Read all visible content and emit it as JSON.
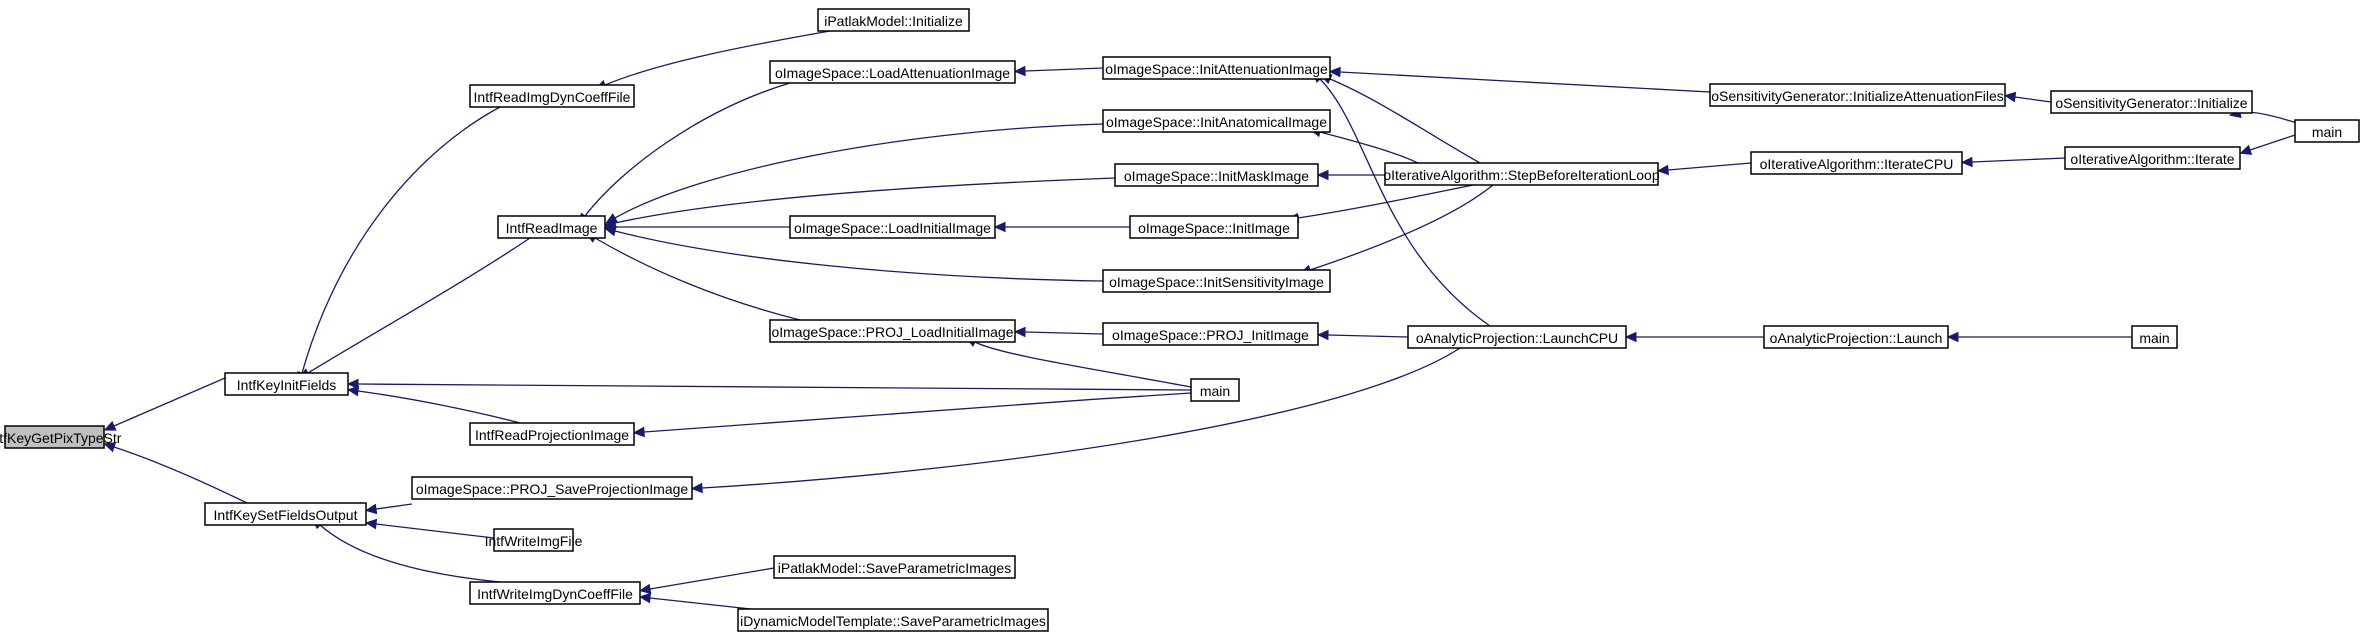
{
  "diagram": {
    "type": "caller-graph",
    "colors": {
      "edge": "#191970",
      "root_fill": "#bfbfbf",
      "node_fill": "#ffffff",
      "node_border": "#000000"
    },
    "nodes": [
      {
        "id": "n0",
        "label": "IntfKeyGetPixTypeStr",
        "root": true
      },
      {
        "id": "n1",
        "label": "IntfKeyInitFields"
      },
      {
        "id": "n2",
        "label": "IntfKeySetFieldsOutput"
      },
      {
        "id": "n3",
        "label": "IntfReadImgDynCoeffFile"
      },
      {
        "id": "n4",
        "label": "IntfReadImage"
      },
      {
        "id": "n5",
        "label": "IntfReadProjectionImage"
      },
      {
        "id": "n6",
        "label": "oImageSpace::PROJ_SaveProjectionImage"
      },
      {
        "id": "n7",
        "label": "IntfWriteImgFile"
      },
      {
        "id": "n8",
        "label": "IntfWriteImgDynCoeffFile"
      },
      {
        "id": "n9",
        "label": "iPatlakModel::Initialize"
      },
      {
        "id": "n10",
        "label": "oImageSpace::LoadAttenuationImage"
      },
      {
        "id": "n11",
        "label": "oImageSpace::LoadInitialImage"
      },
      {
        "id": "n12",
        "label": "oImageSpace::PROJ_LoadInitialImage"
      },
      {
        "id": "n13",
        "label": "main"
      },
      {
        "id": "n14",
        "label": "iPatlakModel::SaveParametricImages"
      },
      {
        "id": "n15",
        "label": "iDynamicModelTemplate::SaveParametricImages"
      },
      {
        "id": "n16",
        "label": "oImageSpace::InitAttenuationImage"
      },
      {
        "id": "n17",
        "label": "oImageSpace::InitAnatomicalImage"
      },
      {
        "id": "n18",
        "label": "oImageSpace::InitMaskImage"
      },
      {
        "id": "n19",
        "label": "oImageSpace::InitImage"
      },
      {
        "id": "n20",
        "label": "oImageSpace::InitSensitivityImage"
      },
      {
        "id": "n21",
        "label": "oImageSpace::PROJ_InitImage"
      },
      {
        "id": "n22",
        "label": "oIterativeAlgorithm::StepBeforeIterationLoop"
      },
      {
        "id": "n23",
        "label": "oAnalyticProjection::LaunchCPU"
      },
      {
        "id": "n24",
        "label": "oSensitivityGenerator::InitializeAttenuationFiles"
      },
      {
        "id": "n25",
        "label": "oIterativeAlgorithm::IterateCPU"
      },
      {
        "id": "n26",
        "label": "oAnalyticProjection::Launch"
      },
      {
        "id": "n27",
        "label": "oSensitivityGenerator::Initialize"
      },
      {
        "id": "n28",
        "label": "oIterativeAlgorithm::Iterate"
      },
      {
        "id": "n29",
        "label": "main"
      },
      {
        "id": "n30",
        "label": "main"
      }
    ],
    "edges": [
      {
        "from": "n1",
        "to": "n0"
      },
      {
        "from": "n2",
        "to": "n0"
      },
      {
        "from": "n3",
        "to": "n1"
      },
      {
        "from": "n4",
        "to": "n1"
      },
      {
        "from": "n5",
        "to": "n1"
      },
      {
        "from": "n13",
        "to": "n1"
      },
      {
        "from": "n6",
        "to": "n2"
      },
      {
        "from": "n7",
        "to": "n2"
      },
      {
        "from": "n8",
        "to": "n2"
      },
      {
        "from": "n9",
        "to": "n3"
      },
      {
        "from": "n10",
        "to": "n4"
      },
      {
        "from": "n17",
        "to": "n4"
      },
      {
        "from": "n18",
        "to": "n4"
      },
      {
        "from": "n11",
        "to": "n4"
      },
      {
        "from": "n20",
        "to": "n4"
      },
      {
        "from": "n12",
        "to": "n4"
      },
      {
        "from": "n13",
        "to": "n5"
      },
      {
        "from": "n23",
        "to": "n6"
      },
      {
        "from": "n14",
        "to": "n8"
      },
      {
        "from": "n15",
        "to": "n8"
      },
      {
        "from": "n16",
        "to": "n10"
      },
      {
        "from": "n19",
        "to": "n11"
      },
      {
        "from": "n21",
        "to": "n12"
      },
      {
        "from": "n13",
        "to": "n12"
      },
      {
        "from": "n24",
        "to": "n16"
      },
      {
        "from": "n22",
        "to": "n16"
      },
      {
        "from": "n23",
        "to": "n16"
      },
      {
        "from": "n22",
        "to": "n17"
      },
      {
        "from": "n22",
        "to": "n18"
      },
      {
        "from": "n22",
        "to": "n19"
      },
      {
        "from": "n22",
        "to": "n20"
      },
      {
        "from": "n23",
        "to": "n21"
      },
      {
        "from": "n25",
        "to": "n22"
      },
      {
        "from": "n26",
        "to": "n23"
      },
      {
        "from": "n27",
        "to": "n24"
      },
      {
        "from": "n28",
        "to": "n25"
      },
      {
        "from": "n30",
        "to": "n26"
      },
      {
        "from": "n29",
        "to": "n27"
      },
      {
        "from": "n29",
        "to": "n28"
      }
    ]
  }
}
